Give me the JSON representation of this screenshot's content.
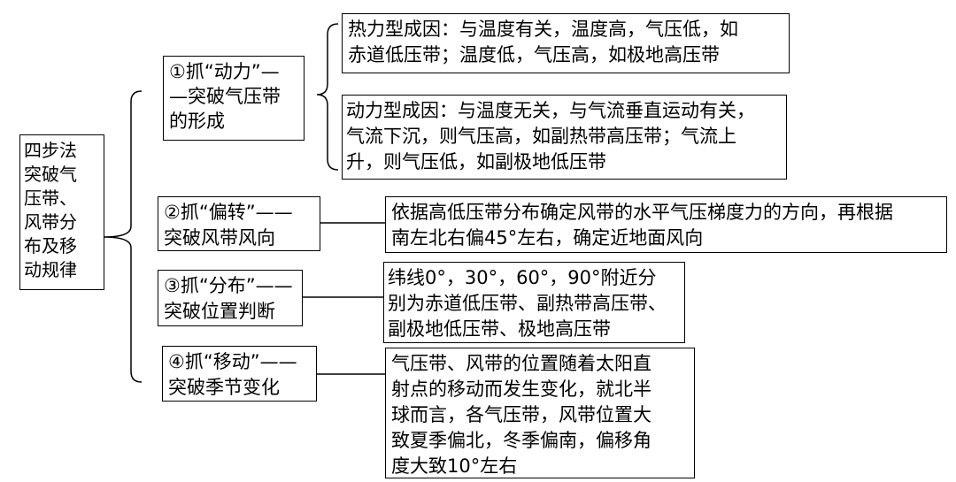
{
  "root": {
    "text": "四步法\n突破气\n压带、\n风带分\n布及移\n动规律"
  },
  "steps": [
    {
      "label": "①抓“动力”—\n—突破气压带\n的形成",
      "details": [
        "热力型成因：与温度有关，温度高，气压低，如\n赤道低压带；温度低，气压高，如极地高压带",
        "动力型成因：与温度无关，与气流垂直运动有关，\n气流下沉，则气压高，如副热带高压带；气流上\n升，则气压低，如副极地低压带"
      ]
    },
    {
      "label": "②抓“偏转”——\n突破风带风向",
      "details": [
        "依据高低压带分布确定风带的水平气压梯度力的方向，再根据\n南左北右偏45°左右，确定近地面风向"
      ]
    },
    {
      "label": "③抓“分布”——\n突破位置判断",
      "details": [
        "纬线0°，30°，60°，90°附近分\n别为赤道低压带、副热带高压带、\n副极地低压带、极地高压带"
      ]
    },
    {
      "label": "④抓“移动”——\n突破季节变化",
      "details": [
        "气压带、风带的位置随着太阳直\n射点的移动而发生变化，就北半\n球而言，各气压带，风带位置大\n致夏季偏北，冬季偏南，偏移角\n度大致10°左右"
      ]
    }
  ]
}
